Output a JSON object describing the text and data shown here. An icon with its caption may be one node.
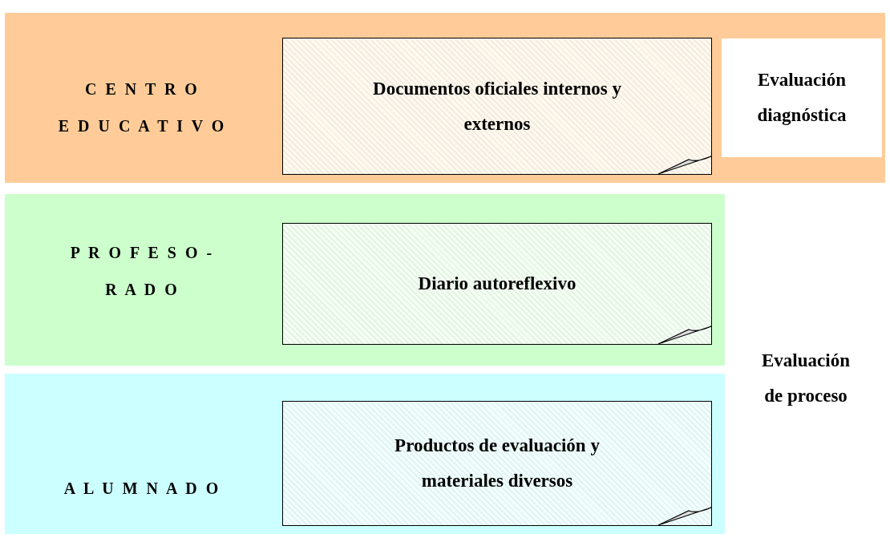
{
  "diagram": {
    "nodes": [
      {
        "text": [
          "C E N T R O E D U C A T I V O"
        ]
      },
      {
        "text": [
          "Documentos oficiales internos y externos"
        ],
        "in": 0
      },
      {
        "text": [
          "Evaluación diagnóstica"
        ],
        "in": 0
      },
      {
        "text": [
          "P R O F E S O - R A D O"
        ]
      },
      {
        "text": [
          "Diario autoreflexivo"
        ],
        "in": 3
      },
      {
        "text": [
          "A L U M N A D O"
        ]
      },
      {
        "text": [
          "Productos de evaluación y materiales diversos"
        ],
        "in": 5
      },
      {
        "text": [
          "Evaluación de proceso"
        ]
      }
    ]
  }
}
